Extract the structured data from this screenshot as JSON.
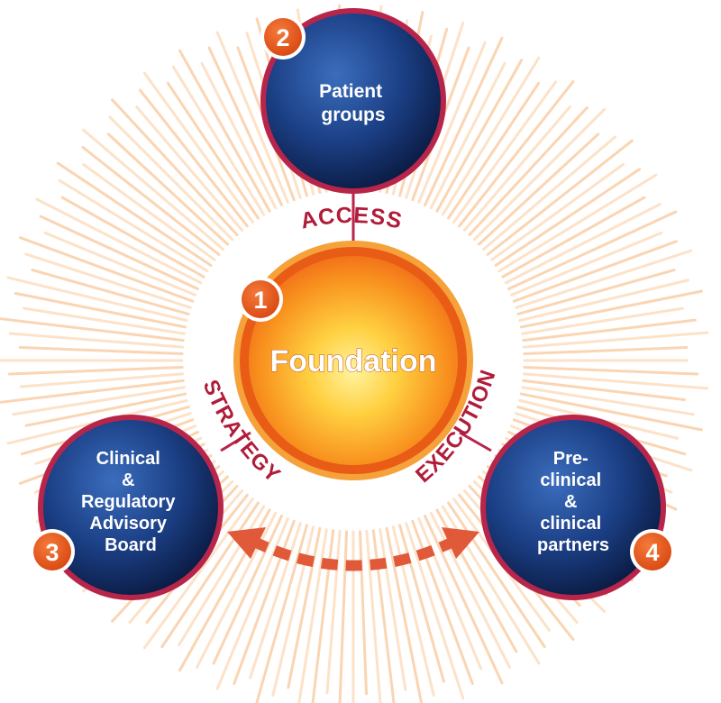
{
  "nodes": {
    "foundation": {
      "label": "Foundation",
      "badge": "1"
    },
    "patient_groups": {
      "lines": [
        "Patient",
        "groups"
      ],
      "badge": "2"
    },
    "advisory_board": {
      "lines": [
        "Clinical",
        "&",
        "Regulatory",
        "Advisory",
        "Board"
      ],
      "badge": "3"
    },
    "partners": {
      "lines": [
        "Pre-",
        "clinical",
        "&",
        "clinical",
        "partners"
      ],
      "badge": "4"
    }
  },
  "connectors": {
    "access": "ACCESS",
    "strategy": "STRATEGY",
    "execution": "EXECUTION"
  },
  "colors": {
    "node_blue_light": "#2f5fae",
    "node_blue_dark": "#0c1f4a",
    "ring_red": "#b8254a",
    "ring_orange": "#f47a20",
    "badge_orange": "#e8581c",
    "text_red": "#b01c3a",
    "arrow_red": "#e05a3a",
    "sun_center": "#ffe98a",
    "sun_edge": "#f26a18"
  }
}
